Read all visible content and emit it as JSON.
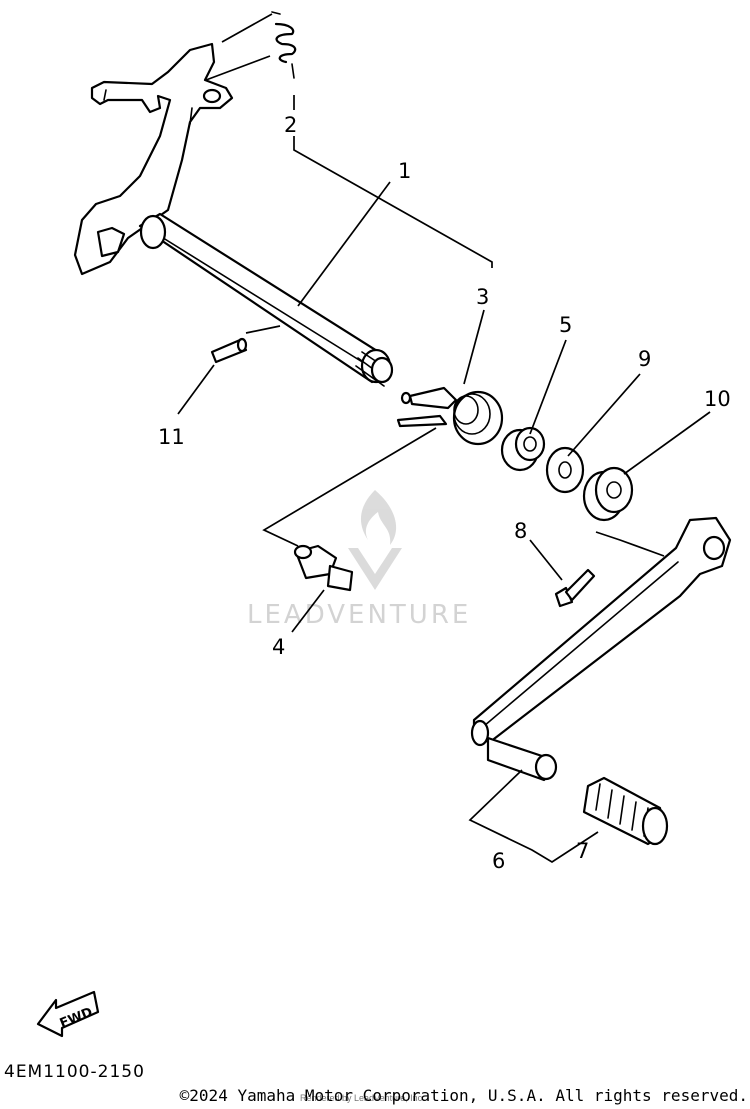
{
  "diagram": {
    "callouts": [
      "1",
      "2",
      "3",
      "4",
      "5",
      "6",
      "7",
      "8",
      "9",
      "10",
      "11"
    ],
    "fwd_label": "FWD",
    "part_code": "4EM1100-2150",
    "watermark": "LEADVENTURE"
  },
  "footer": {
    "copyright": "©2024 Yamaha Motor Corporation, U.S.A. All rights reserved.",
    "rendered_by": "Rendered by LeadVenture, Inc."
  }
}
